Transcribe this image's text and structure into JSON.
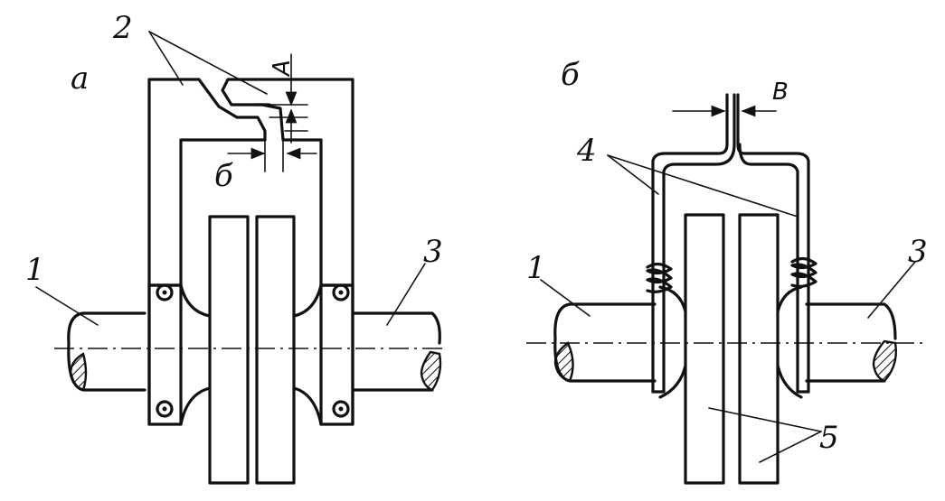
{
  "labels": {
    "view_a": "a",
    "view_b": "б",
    "part_1": "1",
    "part_2": "2",
    "part_3": "3",
    "part_4": "4",
    "part_5": "5",
    "dim_A": "A",
    "dim_b": "б",
    "dim_B": "B"
  }
}
